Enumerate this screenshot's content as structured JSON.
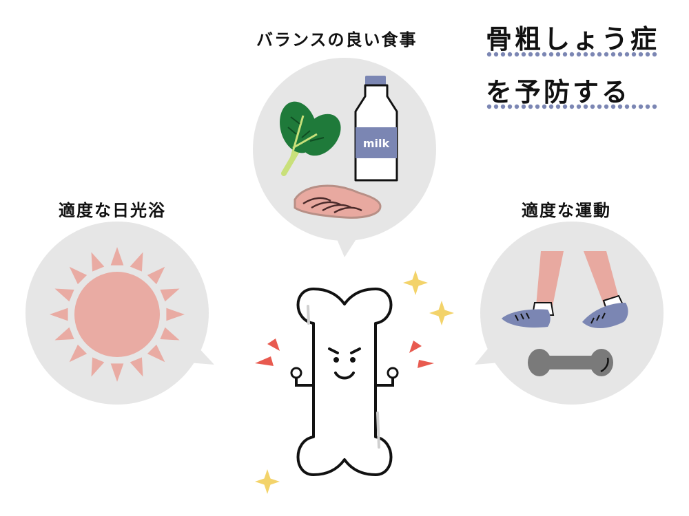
{
  "title": {
    "line1": "骨粗しょう症",
    "line2": "を予防する",
    "dot_color": "#7b86b3"
  },
  "sections": {
    "diet": {
      "label": "バランスの良い食事",
      "milk_label": "milk"
    },
    "sun": {
      "label": "適度な日光浴"
    },
    "exercise": {
      "label": "適度な運動"
    }
  },
  "colors": {
    "bubble": "#e6e6e6",
    "sun": "#e9aba3",
    "shoe": "#7b86b3",
    "spinach": "#1f7a3a",
    "salmon": "#e8a9a0",
    "dumbbell": "#7a7a7a",
    "accent_red": "#e85a4f",
    "sparkle": "#f3d36a"
  },
  "icons": [
    "sun-icon",
    "spinach-icon",
    "milk-bottle-icon",
    "salmon-icon",
    "legs-icon",
    "dumbbell-icon",
    "bone-character-icon",
    "sparkle-icon"
  ]
}
